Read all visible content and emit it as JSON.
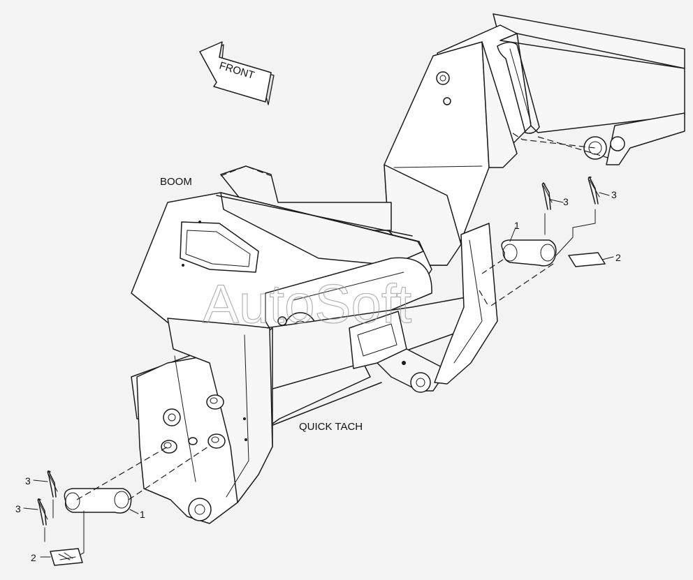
{
  "labels": {
    "front": "FRONT",
    "boom": "BOOM",
    "quick_tach": "QUICK TACH"
  },
  "callouts": {
    "upper_clip_left": "3",
    "upper_clip_right": "3",
    "upper_pin": "1",
    "upper_decal": "2",
    "lower_clip_top": "3",
    "lower_clip_bottom": "3",
    "lower_pin": "1",
    "lower_decal": "2"
  },
  "watermark": "AutoSoft"
}
